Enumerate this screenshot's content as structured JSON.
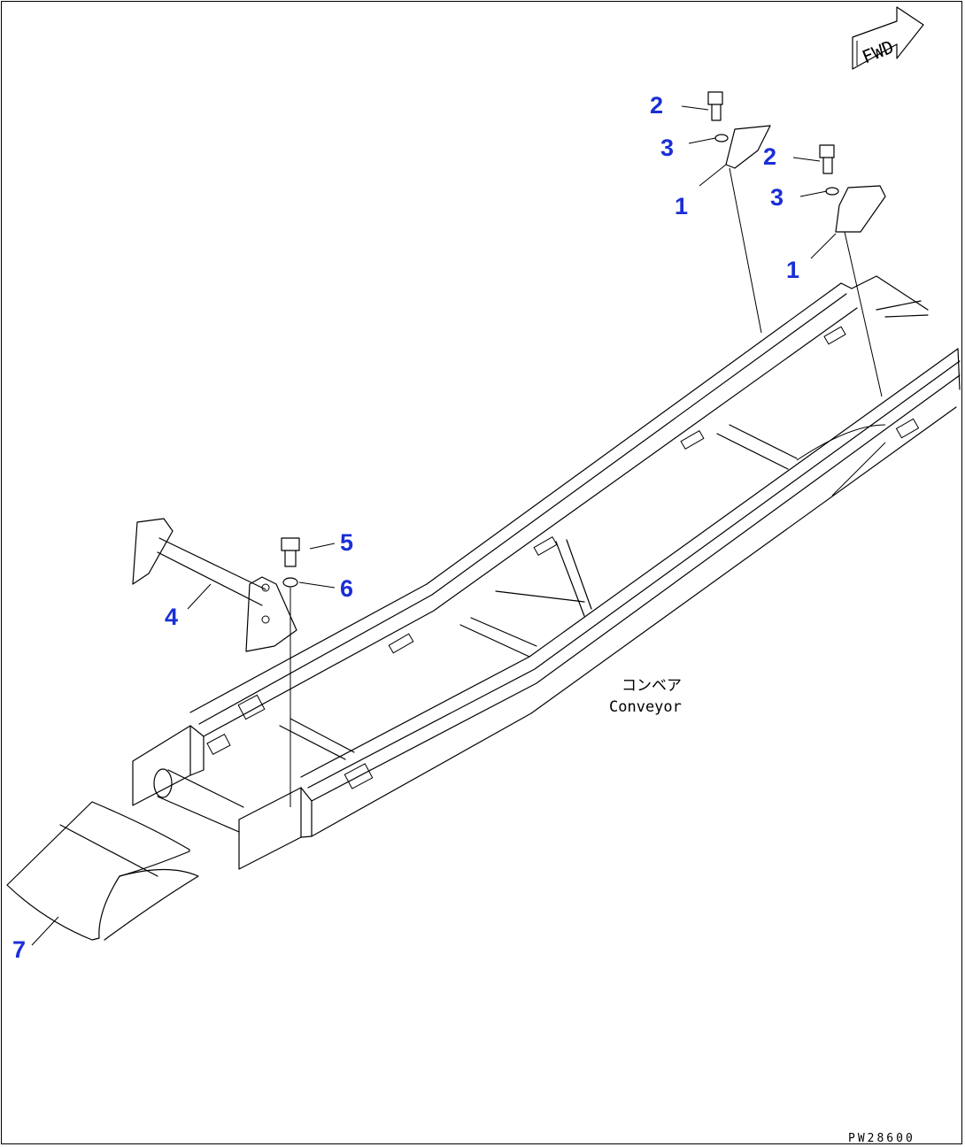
{
  "diagram": {
    "direction_marker": "FWD",
    "label_jp": "コンベア",
    "label_en": "Conveyor",
    "drawing_number": "PW28600",
    "callout_color": "#1a2fd6",
    "callouts": [
      "1",
      "1",
      "2",
      "2",
      "3",
      "3",
      "4",
      "5",
      "6",
      "7"
    ]
  }
}
